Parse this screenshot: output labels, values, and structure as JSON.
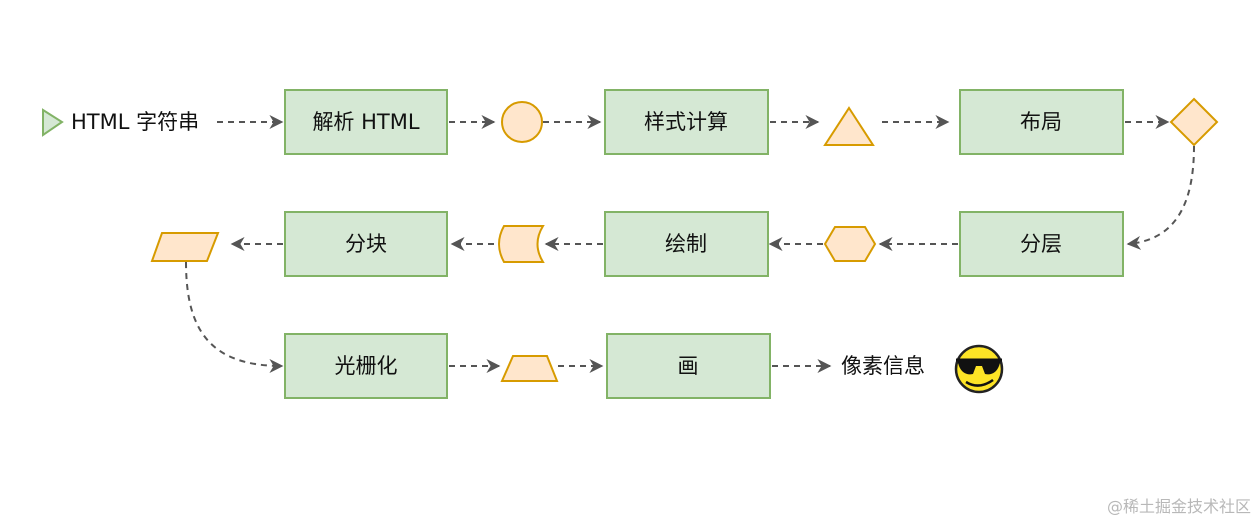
{
  "start_label": "HTML  字符串",
  "steps": {
    "parse": "解析 HTML",
    "style": "样式计算",
    "layout": "布局",
    "layer": "分层",
    "paint": "绘制",
    "tiles": "分块",
    "raster": "光栅化",
    "draw": "画"
  },
  "end_label": "像素信息",
  "watermark": "@稀土掘金技术社区",
  "colors": {
    "box_fill": "#d5e8d4",
    "box_stroke": "#82b366",
    "shape_fill": "#ffe6cc",
    "shape_stroke": "#d79b00",
    "edge": "#555555"
  }
}
